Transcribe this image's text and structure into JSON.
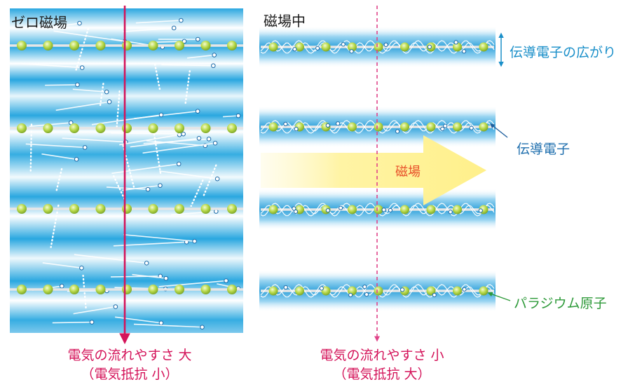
{
  "left_panel": {
    "title": "ゼロ磁場",
    "caption_line1": "電気の流れやすさ 大",
    "caption_line2": "（電気抵抗 小）"
  },
  "right_panel": {
    "title": "磁場中",
    "field_label": "磁場",
    "caption_line1": "電気の流れやすさ 小",
    "caption_line2": "（電気抵抗 大）"
  },
  "annotations": {
    "electron_spread": "伝導電子の広がり",
    "conduction_electron": "伝導電子",
    "palladium_atom": "パラジウム原子"
  },
  "colors": {
    "accent": "#d4145a",
    "spread_label": "#1a8fc9",
    "electron_label": "#1f6fae",
    "atom_label": "#2e9a3a",
    "field_label": "#e8502a",
    "field_arrow": "#fff2a0",
    "band_blue": "#2aa7e0"
  }
}
